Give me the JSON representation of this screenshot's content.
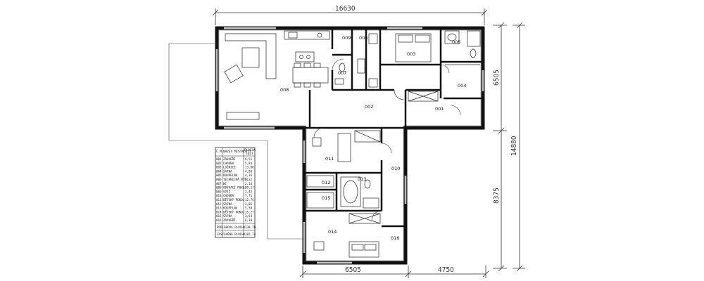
{
  "dimensions": {
    "top_width": "16630",
    "bottom_left": "6505",
    "bottom_right": "4750",
    "right_upper": "6505",
    "right_total": "14880",
    "right_lower": "8375"
  },
  "rooms": [
    {
      "id": "001"
    },
    {
      "id": "002"
    },
    {
      "id": "003"
    },
    {
      "id": "004"
    },
    {
      "id": "005"
    },
    {
      "id": "006"
    },
    {
      "id": "007"
    },
    {
      "id": "008"
    },
    {
      "id": "009"
    },
    {
      "id": "010"
    },
    {
      "id": "011"
    },
    {
      "id": "012"
    },
    {
      "id": "013"
    },
    {
      "id": "014"
    },
    {
      "id": "015"
    },
    {
      "id": "016"
    }
  ],
  "legend": {
    "header": {
      "num": "Č.M.",
      "name": "NÁZEV MÍSTNOSTI",
      "area_label": "PLOCHA",
      "area_unit": "[m2]"
    },
    "rows": [
      {
        "num": "001",
        "name": "ZÁDVEŘÍ",
        "area": "6,51"
      },
      {
        "num": "002",
        "name": "CHODBA",
        "area": "5,84"
      },
      {
        "num": "003",
        "name": "LOŽNICE",
        "area": "13,06"
      },
      {
        "num": "004",
        "name": "ŠATNA",
        "area": "4,86"
      },
      {
        "num": "005",
        "name": "KOUPELNA",
        "area": "4,36"
      },
      {
        "num": "006",
        "name": "TECHNICKÁ MÍST.",
        "area": "5,32"
      },
      {
        "num": "007",
        "name": "WC",
        "area": "2,16"
      },
      {
        "num": "008",
        "name": "OBÝVACÍ POKOJ",
        "area": "39,17"
      },
      {
        "num": "009",
        "name": "SPÍŽ",
        "area": "2,42"
      },
      {
        "num": "010",
        "name": "CHODBA",
        "area": "7,71"
      },
      {
        "num": "011",
        "name": "DĚTSKÝ POKOJ",
        "area": "12,75"
      },
      {
        "num": "012",
        "name": "ŠATNA",
        "area": "3,06"
      },
      {
        "num": "013",
        "name": "KOUPELNA",
        "area": "5,50"
      },
      {
        "num": "014",
        "name": "DĚTSKÝ POKOJ",
        "area": "15,27"
      },
      {
        "num": "015",
        "name": "ŠATNA",
        "area": "3,54"
      },
      {
        "num": "016",
        "name": "ZÁDVEŘÍ",
        "area": "6,38"
      }
    ],
    "total_floor": {
      "label": "PODLAHOVÁ PLOCHA",
      "value": "138,70"
    },
    "total_built": {
      "label": "ZASTAVĚNÁ PLOCHA",
      "value": "182,74"
    }
  }
}
